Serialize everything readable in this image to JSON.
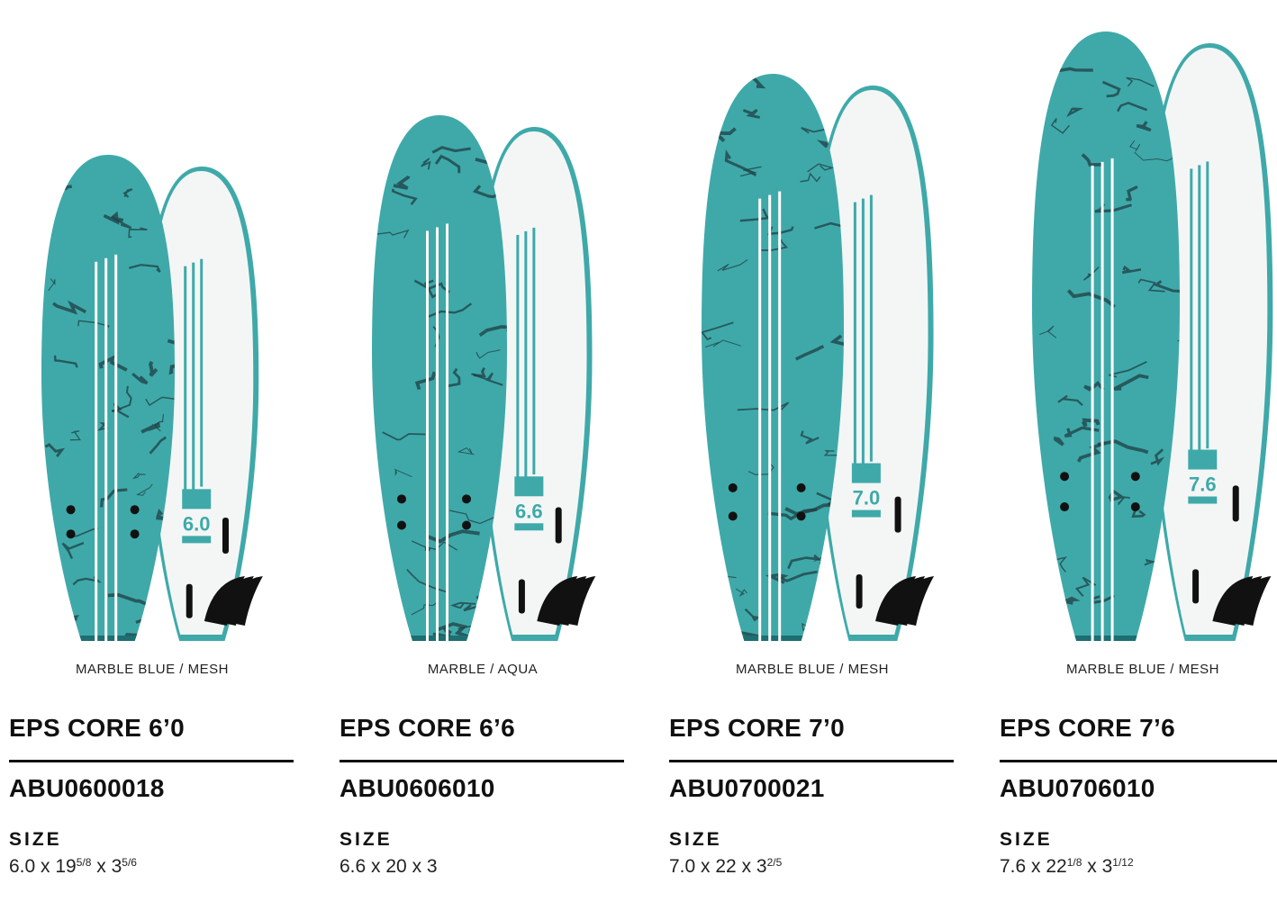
{
  "colors": {
    "board_teal": "#3fa9a9",
    "marble_dark": "#1f3f44",
    "deck_white": "#f4f6f6",
    "text": "#111111"
  },
  "products": [
    {
      "color": "MARBLE BLUE / MESH",
      "title": "EPS CORE 6’0",
      "sku": "ABU0600018",
      "size_label": "SIZE",
      "size": {
        "length": "6.0",
        "sep1": " x ",
        "width": "19",
        "width_frac": "5/8",
        "sep2": " x ",
        "thick": "3",
        "thick_frac": "5/6"
      },
      "board_label": "6.0",
      "board_length_ft": 6.0
    },
    {
      "color": "MARBLE / AQUA",
      "title": "EPS CORE 6’6",
      "sku": "ABU0606010",
      "size_label": "SIZE",
      "size": {
        "length": "6.6",
        "sep1": " x ",
        "width": "20",
        "width_frac": "",
        "sep2": " x ",
        "thick": "3",
        "thick_frac": ""
      },
      "board_label": "6.6",
      "board_length_ft": 6.5
    },
    {
      "color": "MARBLE BLUE / MESH",
      "title": "EPS CORE 7’0",
      "sku": "ABU0700021",
      "size_label": "SIZE",
      "size": {
        "length": "7.0",
        "sep1": " x ",
        "width": "22",
        "width_frac": "",
        "sep2": " x ",
        "thick": "3",
        "thick_frac": "2/5"
      },
      "board_label": "7.0",
      "board_length_ft": 7.0
    },
    {
      "color": "MARBLE BLUE / MESH",
      "title": "EPS CORE 7’6",
      "sku": "ABU0706010",
      "size_label": "SIZE",
      "size": {
        "length": "7.6",
        "sep1": " x ",
        "width": "22",
        "width_frac": "1/8",
        "sep2": " x ",
        "thick": "3",
        "thick_frac": "1/12"
      },
      "board_label": "7.6",
      "board_length_ft": 7.5
    }
  ]
}
